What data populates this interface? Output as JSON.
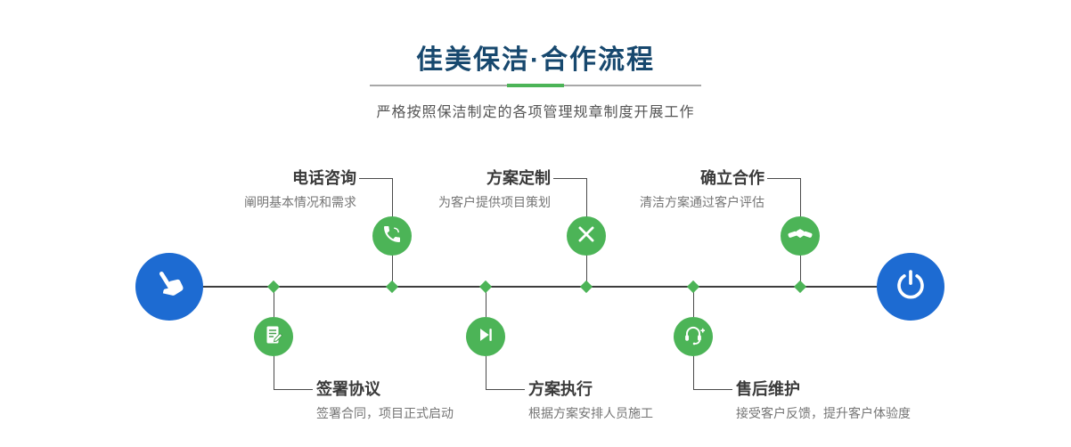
{
  "header": {
    "title": "佳美保洁·合作流程",
    "subtitle": "严格按照保洁制定的各项管理规章制度开展工作"
  },
  "colors": {
    "title_navy": "#17486e",
    "accent_green": "#4cb457",
    "brand_blue": "#1d6bd2",
    "line_gray": "#4a4a4a"
  },
  "flow": {
    "start_icon": "pointer-hand-icon",
    "end_icon": "power-icon",
    "steps_top": [
      {
        "title": "电话咨询",
        "desc": "阐明基本情况和需求",
        "icon": "phone-icon"
      },
      {
        "title": "方案定制",
        "desc": "为客户提供项目策划",
        "icon": "pen-design-icon"
      },
      {
        "title": "确立合作",
        "desc": "清洁方案通过客户评估",
        "icon": "handshake-icon"
      }
    ],
    "steps_bottom": [
      {
        "title": "签署协议",
        "desc": "签署合同，项目正式启动",
        "icon": "contract-icon"
      },
      {
        "title": "方案执行",
        "desc": "根据方案安排人员施工",
        "icon": "play-next-icon"
      },
      {
        "title": "售后维护",
        "desc": "接受客户反馈，提升客户体验度",
        "icon": "headset-icon"
      }
    ]
  }
}
